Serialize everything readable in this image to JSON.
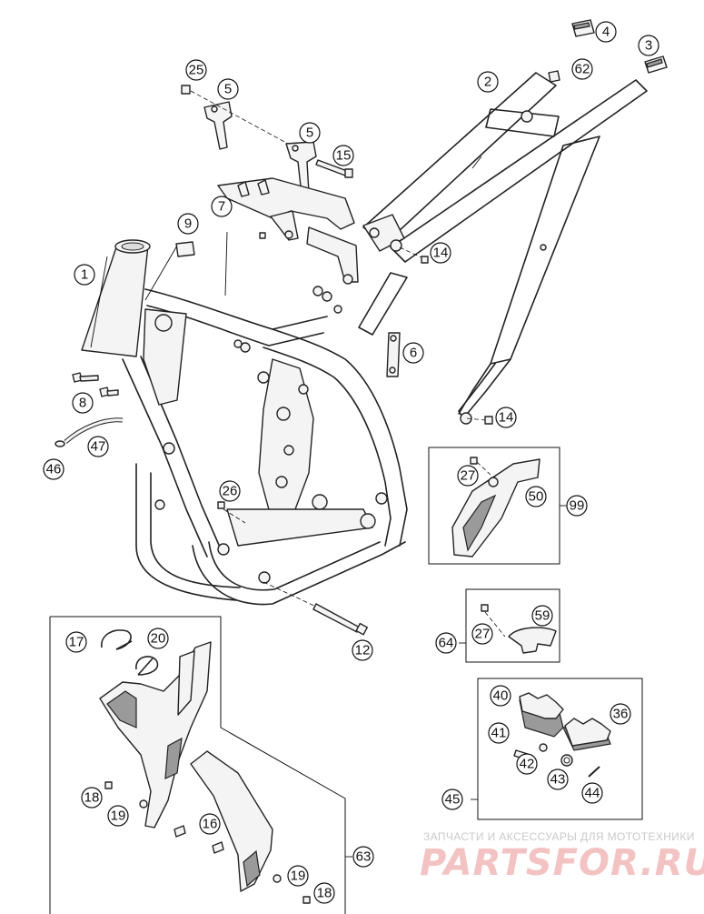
{
  "callouts": {
    "c1": "1",
    "c2": "2",
    "c3": "3",
    "c4": "4",
    "c5a": "5",
    "c5b": "5",
    "c6": "6",
    "c7": "7",
    "c8": "8",
    "c9": "9",
    "c12": "12",
    "c14a": "14",
    "c14b": "14",
    "c15": "15",
    "c16": "16",
    "c17": "17",
    "c18a": "18",
    "c18b": "18",
    "c19a": "19",
    "c19b": "19",
    "c20": "20",
    "c25": "25",
    "c26": "26",
    "c27a": "27",
    "c27b": "27",
    "c36": "36",
    "c40": "40",
    "c41": "41",
    "c42": "42",
    "c43": "43",
    "c44": "44",
    "c45": "45",
    "c46": "46",
    "c47": "47",
    "c50": "50",
    "c59": "59",
    "c62": "62",
    "c63": "63",
    "c64": "64",
    "c99": "99"
  },
  "watermark": {
    "subtitle": "ЗАПЧАСТИ И АКСЕССУАРЫ ДЛЯ МОТОТЕХНИКИ",
    "brand": "PARTSFOR.RU"
  },
  "colors": {
    "line": "#222222",
    "part_fill": "#f4f4f4",
    "watermark_brand": "#f3c3c3"
  }
}
